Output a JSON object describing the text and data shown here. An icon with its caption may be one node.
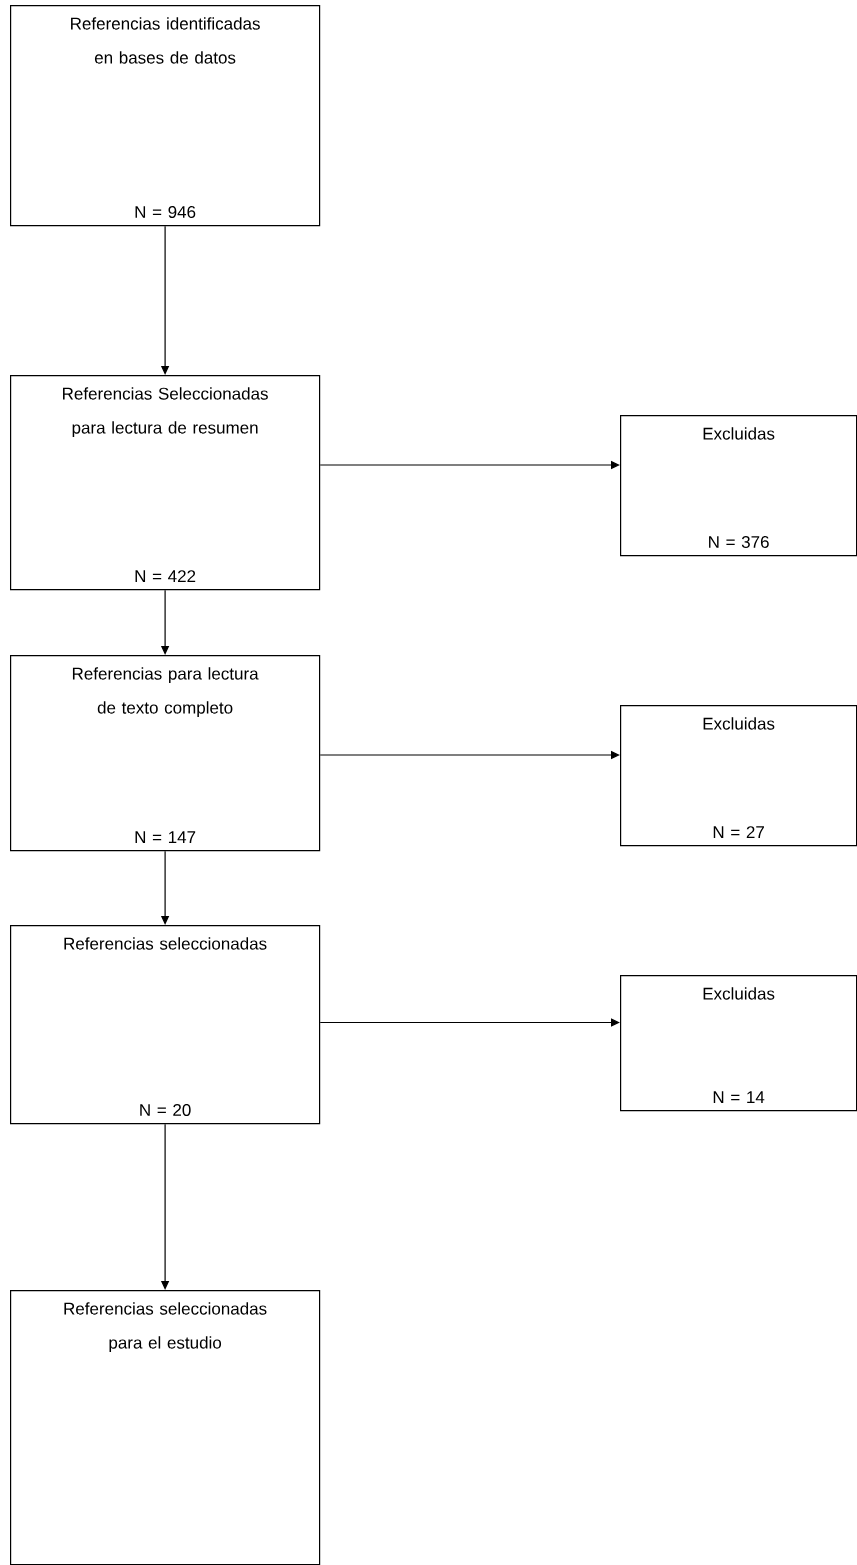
{
  "diagram": {
    "nodes": [
      {
        "text": [
          "Referencias identificadas en bases de datos",
          "N = 946"
        ]
      },
      {
        "text": [
          "Referencias Seleccionadas para lectura de resumen",
          "N = 422"
        ]
      },
      {
        "text": [
          "Excluidas",
          "N = 376"
        ]
      },
      {
        "text": [
          "Referencias para lectura de texto completo",
          "N = 147"
        ]
      },
      {
        "text": [
          "Excluidas",
          "N = 27"
        ]
      },
      {
        "text": [
          "Referencias seleccionadas",
          "N = 20"
        ]
      },
      {
        "text": [
          "Excluidas",
          "N = 14"
        ]
      },
      {
        "text": [
          "Referencias seleccionadas para el estudio"
        ]
      }
    ],
    "edges": [
      {
        "from": 0,
        "to": 1,
        "arrow": "to"
      },
      {
        "from": 1,
        "to": 2,
        "arrow": "to"
      },
      {
        "from": 1,
        "to": 3,
        "arrow": "to"
      },
      {
        "from": 3,
        "to": 4,
        "arrow": "to"
      },
      {
        "from": 3,
        "to": 5,
        "arrow": "to"
      },
      {
        "from": 5,
        "to": 6,
        "arrow": "to"
      },
      {
        "from": 5,
        "to": 7,
        "arrow": "to"
      }
    ]
  }
}
